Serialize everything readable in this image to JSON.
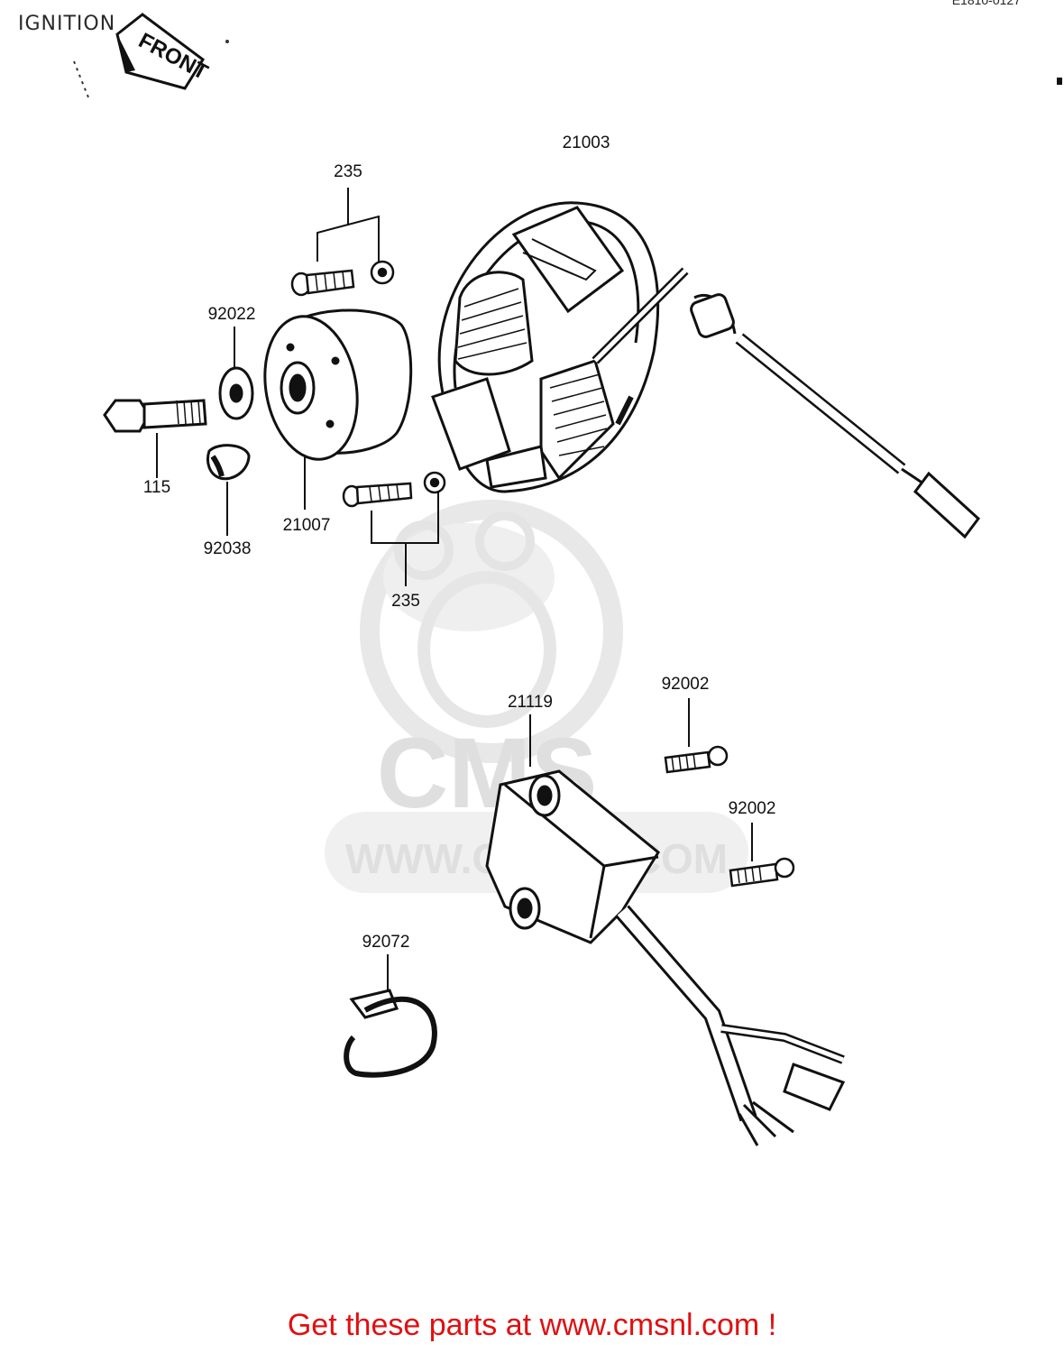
{
  "header": {
    "title": "IGNITION",
    "ref_code": "E1810-0127",
    "front_tag": "FRONT"
  },
  "parts": {
    "p21003": "21003",
    "p235_top": "235",
    "p92022": "92022",
    "p115": "115",
    "p92038": "92038",
    "p21007": "21007",
    "p235_bottom": "235",
    "p21119": "21119",
    "p92002_a": "92002",
    "p92002_b": "92002",
    "p92072": "92072"
  },
  "watermark": {
    "brand": "CMS",
    "url": "WWW.CMSNL.COM"
  },
  "footer": {
    "text": "Get these parts at www.cmsnl.com !",
    "color": "#e01010"
  }
}
